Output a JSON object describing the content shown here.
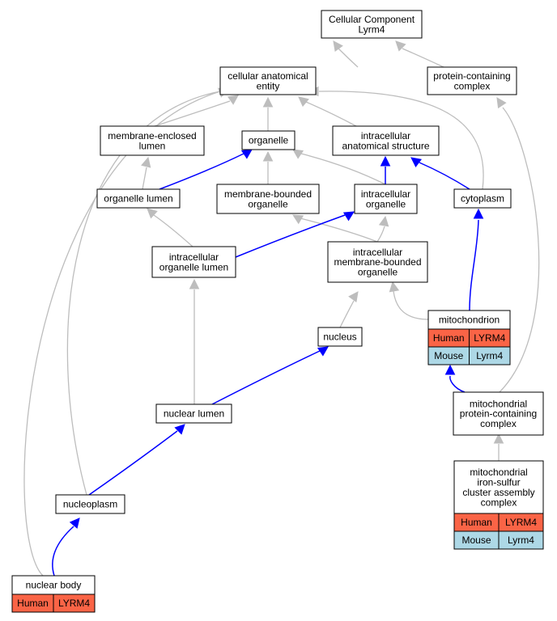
{
  "nodes": {
    "root": [
      "Cellular Component",
      "Lyrm4"
    ],
    "cae": [
      "cellular anatomical",
      "entity"
    ],
    "pcc": [
      "protein-containing",
      "complex"
    ],
    "mel": [
      "membrane-enclosed",
      "lumen"
    ],
    "org": [
      "organelle"
    ],
    "ias": [
      "intracellular",
      "anatomical structure"
    ],
    "ol": [
      "organelle lumen"
    ],
    "mbo": [
      "membrane-bounded",
      "organelle"
    ],
    "io": [
      "intracellular",
      "organelle"
    ],
    "cyto": [
      "cytoplasm"
    ],
    "iol": [
      "intracellular",
      "organelle lumen"
    ],
    "imbo": [
      "intracellular",
      "membrane-bounded",
      "organelle"
    ],
    "mito": [
      "mitochondrion"
    ],
    "nuc": [
      "nucleus"
    ],
    "nl": [
      "nuclear lumen"
    ],
    "mpcc": [
      "mitochondrial",
      "protein-containing",
      "complex"
    ],
    "np": [
      "nucleoplasm"
    ],
    "mfs": [
      "mitochondrial",
      "iron-sulfur",
      "cluster assembly",
      "complex"
    ],
    "nb": [
      "nuclear body"
    ]
  },
  "annotations": {
    "mito": [
      [
        "Human",
        "LYRM4"
      ],
      [
        "Mouse",
        "Lyrm4"
      ]
    ],
    "mfs": [
      [
        "Human",
        "LYRM4"
      ],
      [
        "Mouse",
        "Lyrm4"
      ]
    ],
    "nb": [
      [
        "Human",
        "LYRM4"
      ]
    ]
  },
  "colors": {
    "is_a_edge": "#bdbdbd",
    "part_of_edge": "#0000ff",
    "human": "#fa6446",
    "mouse": "#add8e6"
  }
}
